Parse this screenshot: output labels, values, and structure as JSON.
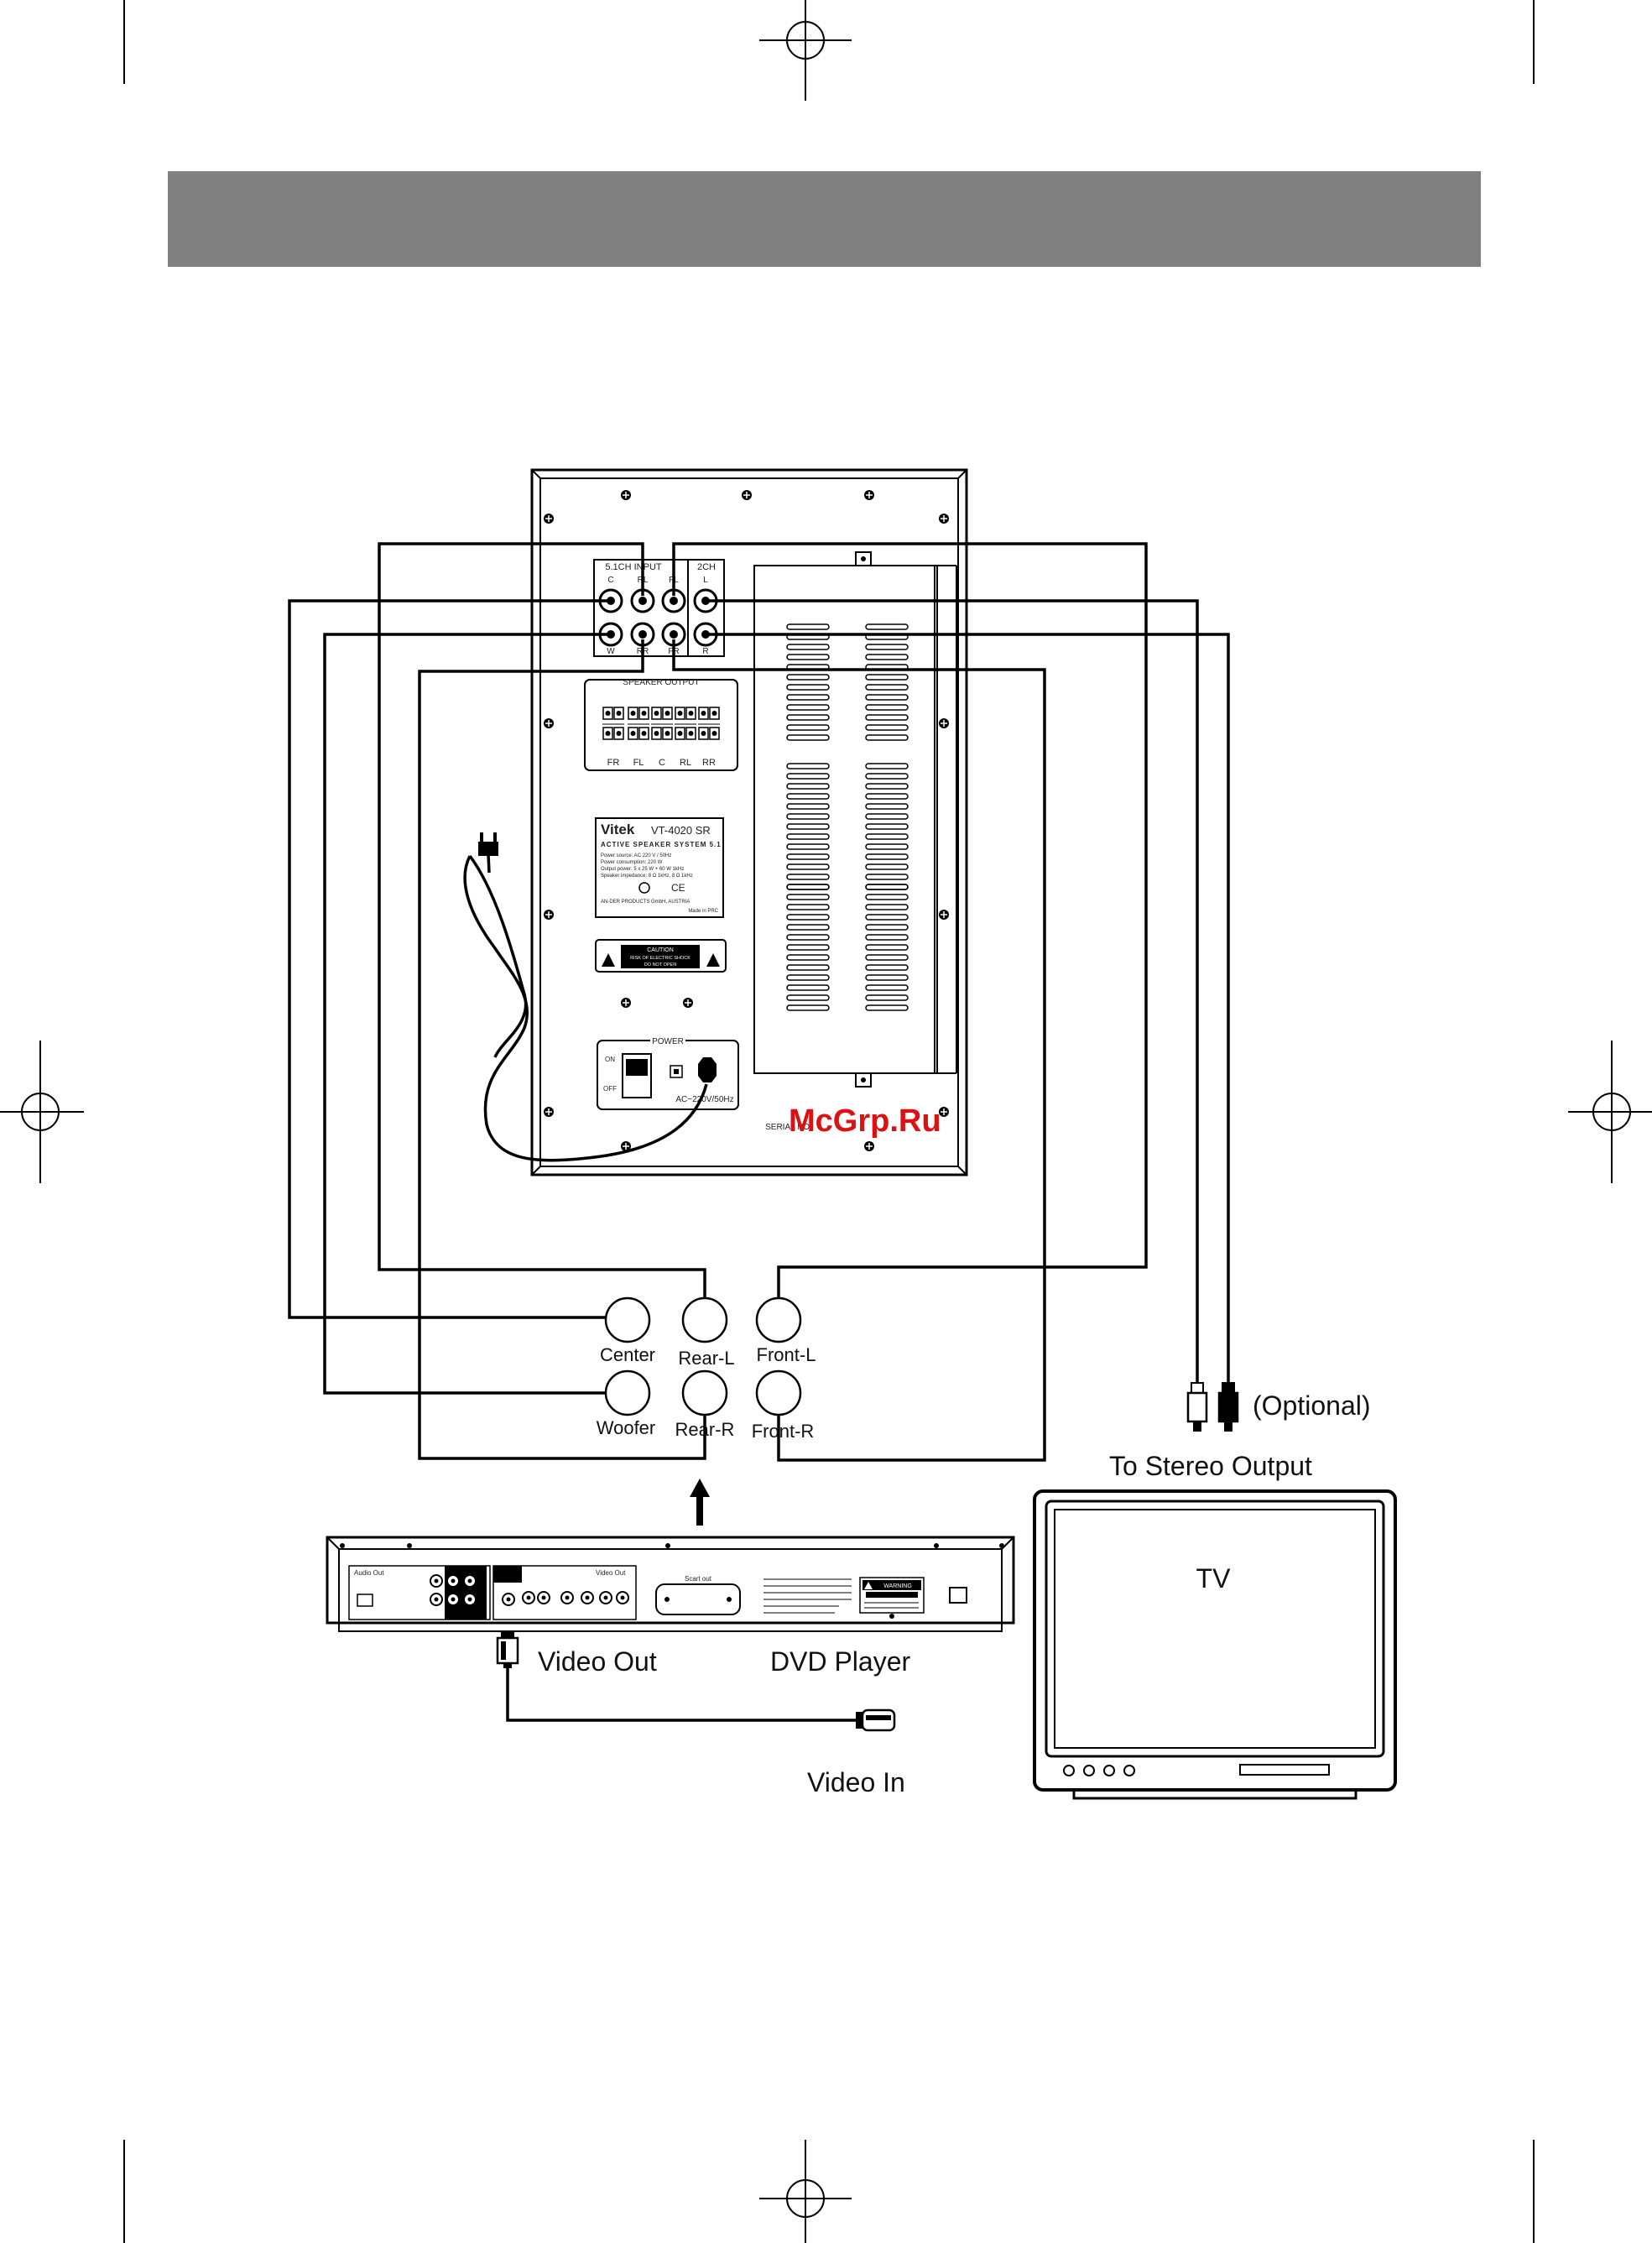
{
  "speaker_panel": {
    "input_51ch": "5.1CH INPUT",
    "input_2ch": "2CH",
    "jack_top": [
      "C",
      "RL",
      "FL",
      "L"
    ],
    "jack_bottom": [
      "W",
      "RR",
      "FR",
      "R"
    ],
    "speaker_output": "SPEAKER OUTPUT",
    "terminals": [
      "FR",
      "FL",
      "C",
      "RL",
      "RR"
    ],
    "brand": "Vitek",
    "model": "VT-4020 SR",
    "system_name": "ACTIVE SPEAKER SYSTEM 5.1",
    "spec_lines": [
      "Power source:     AC 220 V / 50Hz",
      "Power consumption: 220 W",
      "Output power:      5 x 25 W + 60 W 1kHz",
      "Speaker impedance: 8 Ω 1kHz, 8 Ω 1kHz"
    ],
    "manufacturer": "AN-DER PRODUCTS GmbH, AUSTRIA",
    "made_in": "Made in PRC",
    "caution_title": "CAUTION",
    "caution_line1": "RISK OF ELECTRIC SHOCK",
    "caution_line2": "DO NOT OPEN",
    "power_label": "POWER",
    "on_label": "ON",
    "off_label": "OFF",
    "ac_label": "AC~220V/50Hz",
    "serial_label": "SERIAL NO."
  },
  "watermark": "McGrp.Ru",
  "speakers": {
    "center": "Center",
    "rear_l": "Rear-L",
    "front_l": "Front-L",
    "woofer": "Woofer",
    "rear_r": "Rear-R",
    "front_r": "Front-R"
  },
  "optional": "(Optional)",
  "to_stereo_output": "To Stereo Output",
  "dvd": {
    "audio_out": "Audio Out",
    "video_out_small": "Video Out",
    "scart_out": "Scart out",
    "warning": "WARNING"
  },
  "video_out": "Video Out",
  "dvd_player": "DVD Player",
  "video_in": "Video In",
  "tv": "TV"
}
